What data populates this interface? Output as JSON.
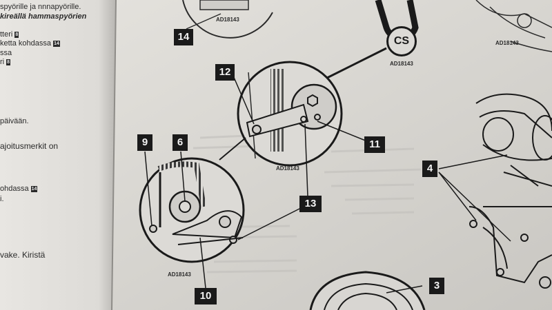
{
  "left_column": {
    "lines": [
      {
        "text": "spyörille ja nnnapyörille.",
        "bold": false
      },
      {
        "text": "kireällä hammaspyörien",
        "bold": true
      },
      {
        "text": "tteri",
        "bold": false,
        "badge": "8"
      },
      {
        "text": "ketta kohdassa",
        "bold": false,
        "badge": "14"
      },
      {
        "text": "ssa",
        "bold": false
      },
      {
        "text": "ri",
        "bold": false,
        "badge": "8"
      },
      {
        "text": "päivään.",
        "bold": false
      },
      {
        "text": "ajoitusmerkit on",
        "bold": false
      },
      {
        "text": "ohdassa",
        "bold": false,
        "badge": "14"
      },
      {
        "text": "i.",
        "bold": false
      },
      {
        "text": "vake. Kiristä",
        "bold": false
      }
    ]
  },
  "labels": {
    "n14": "14",
    "n12": "12",
    "n9": "9",
    "n6": "6",
    "n11": "11",
    "n13": "13",
    "n10": "10",
    "n4": "4",
    "n3": "3",
    "cs": "CS"
  },
  "refs": {
    "r1": "AD18143",
    "r2": "AD18143",
    "r3": "AD18143",
    "r4": "AD18143",
    "r5": "AD18143"
  }
}
